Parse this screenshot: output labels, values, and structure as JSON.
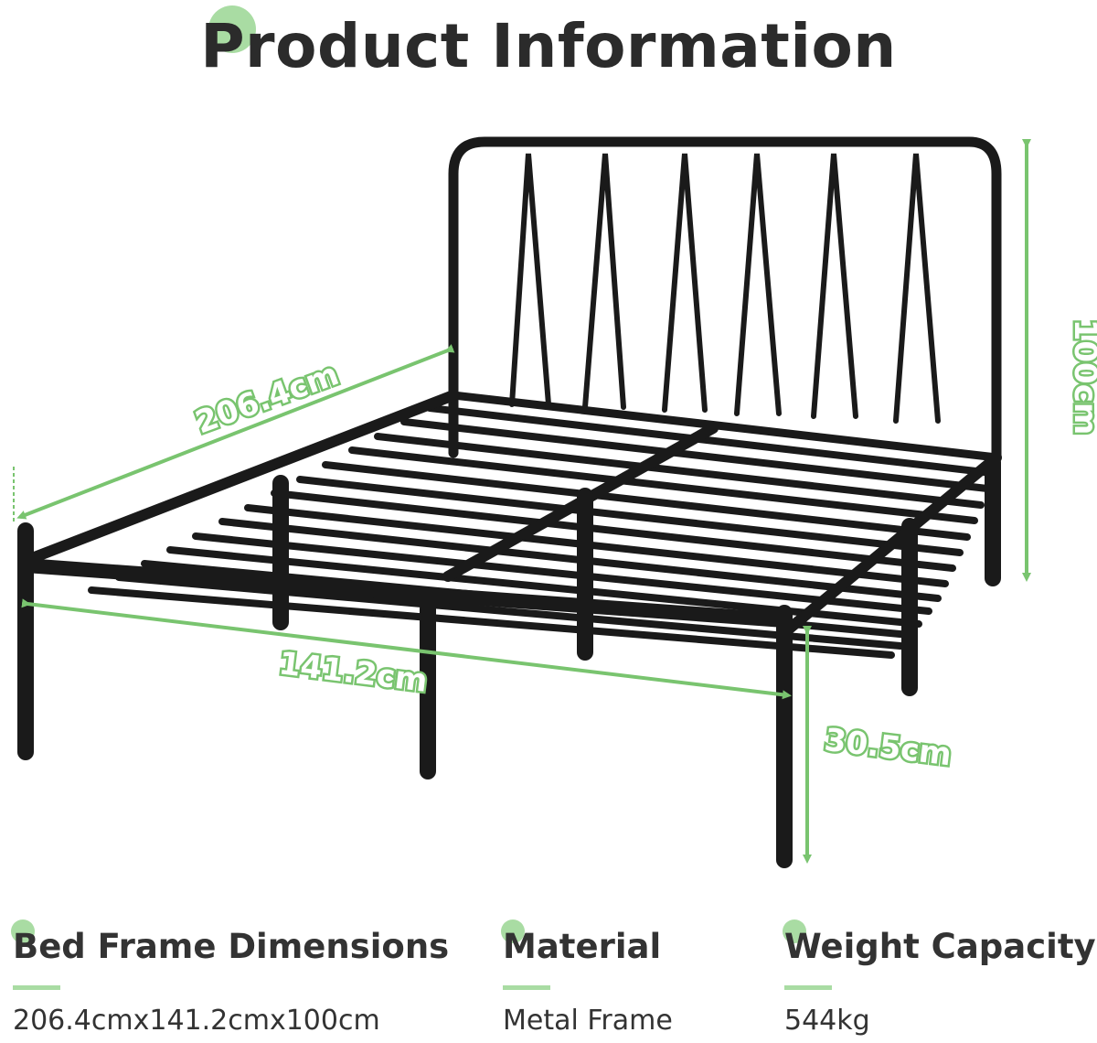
{
  "title": "Product Information",
  "dimensions": {
    "length": "206.4cm",
    "width": "141.2cm",
    "headboard_height": "100cm",
    "clearance_height": "30.5cm"
  },
  "specs": [
    {
      "heading": "Bed Frame Dimensions",
      "value": "206.4cmx141.2cmx100cm"
    },
    {
      "heading": "Material",
      "value": "Metal Frame"
    },
    {
      "heading": "Weight Capacity",
      "value": "544kg"
    }
  ],
  "colors": {
    "accent": "#79c46f",
    "accent_light": "#a9dca3",
    "frame": "#1a1a1a",
    "text": "#333333"
  }
}
